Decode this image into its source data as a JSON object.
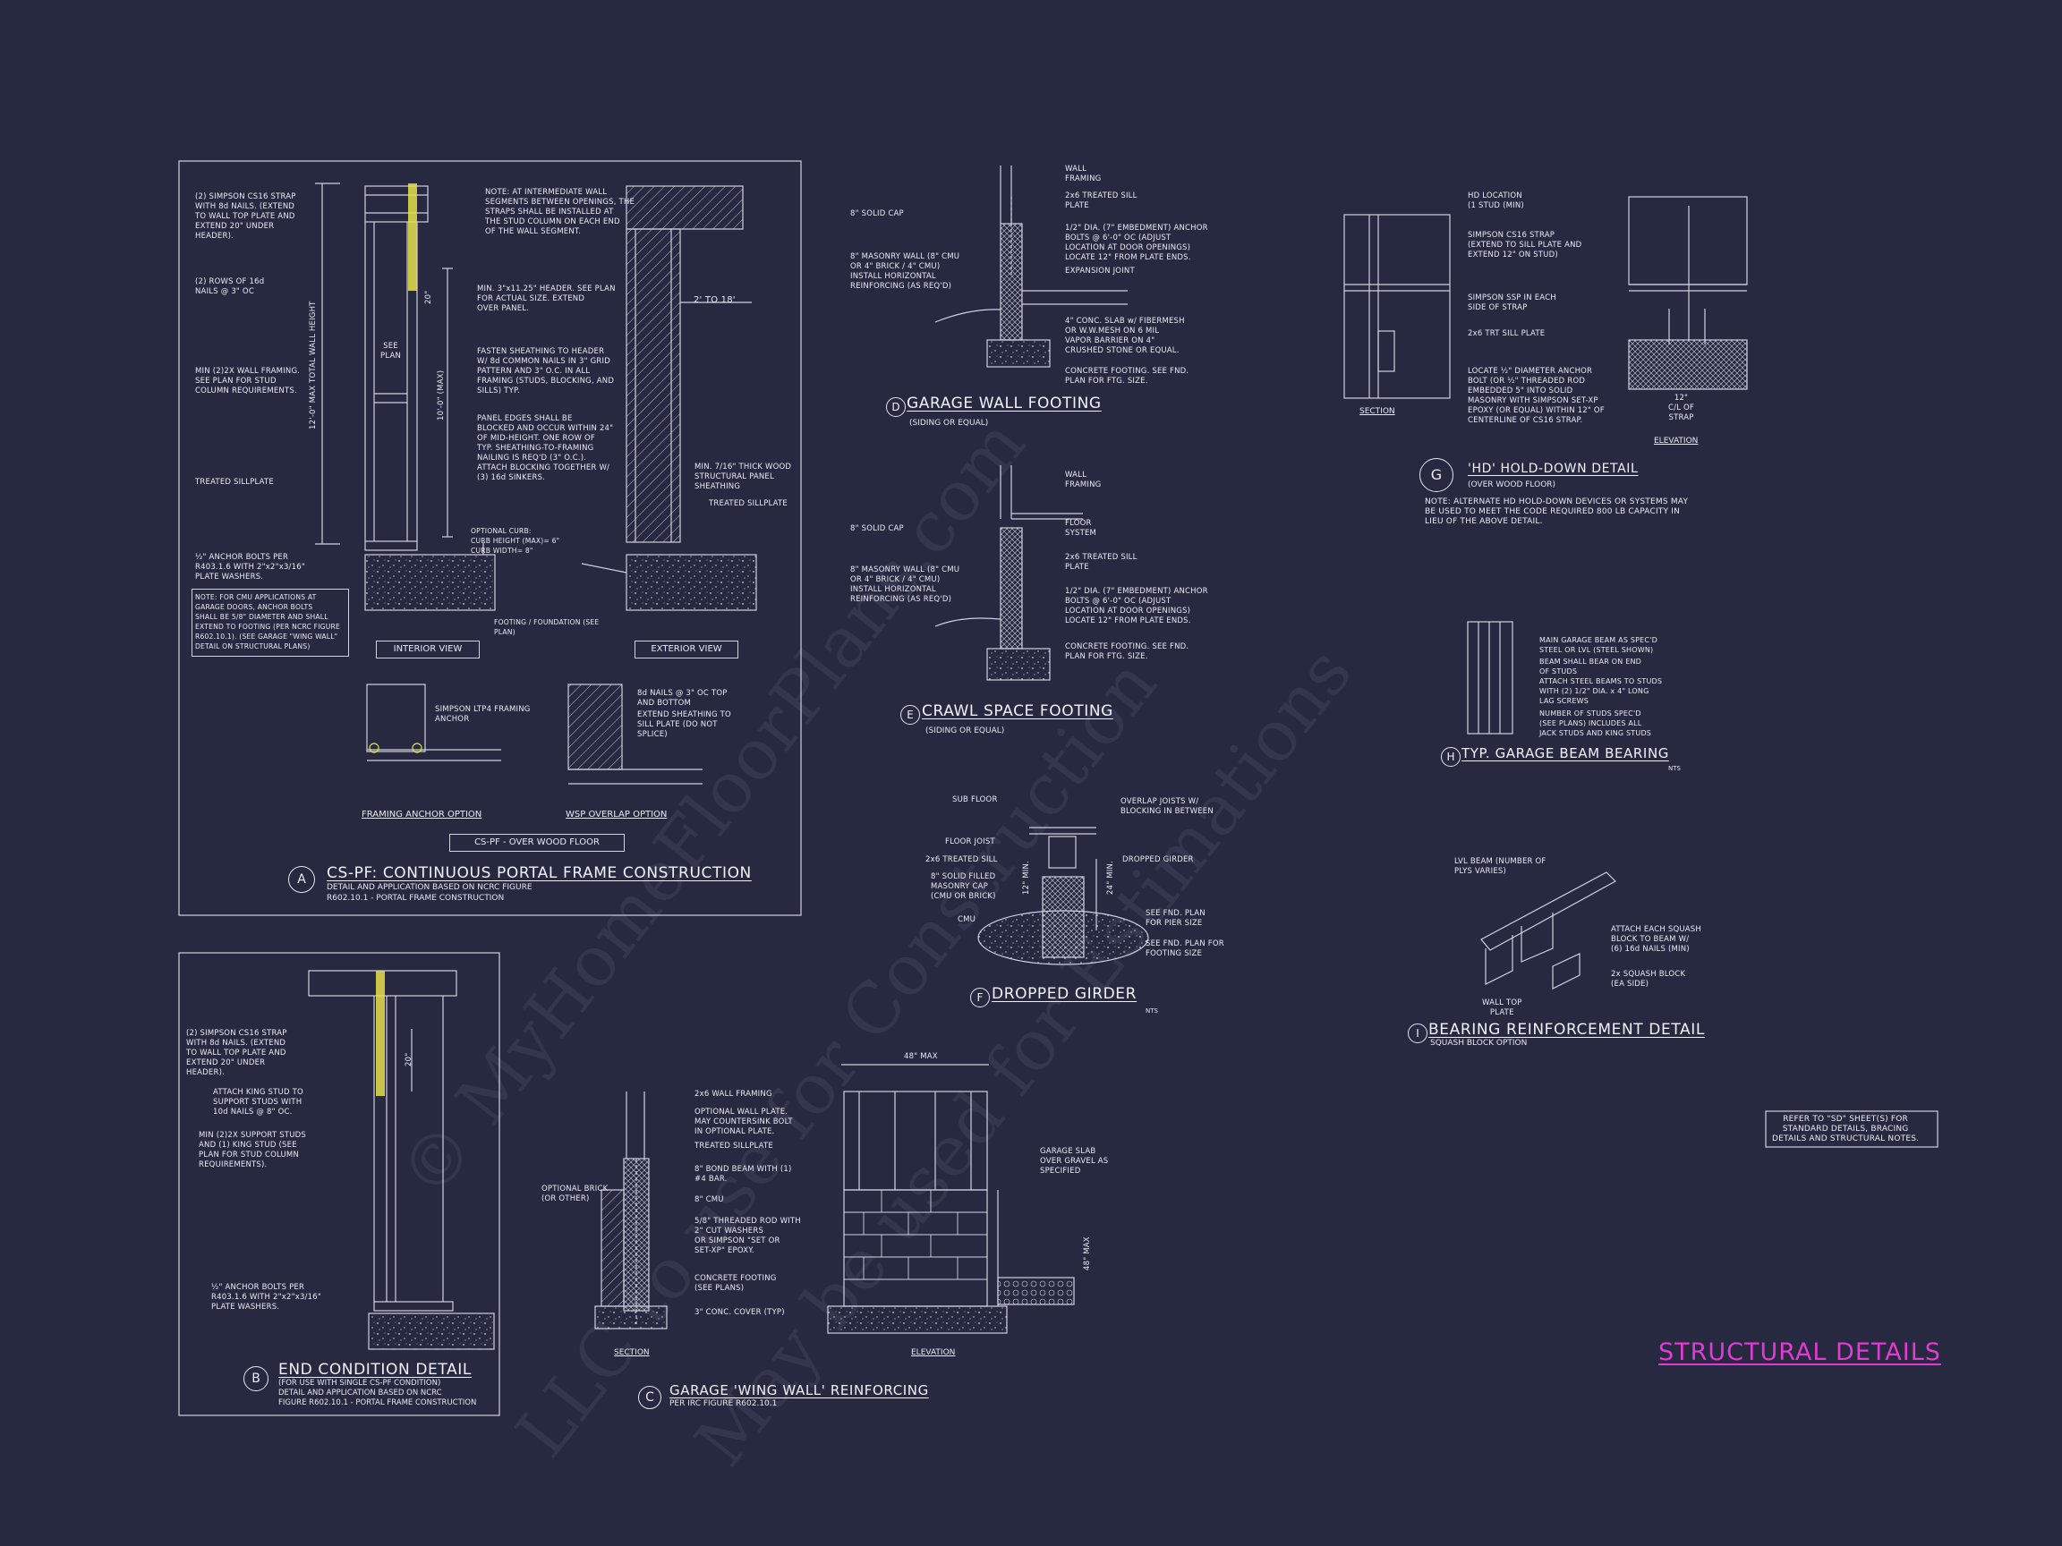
{
  "sheet_title": "STRUCTURAL DETAILS",
  "watermark": {
    "line1": "© MyHomeFloorPlans.com",
    "line2": "LLC to use for Construction",
    "line3": "May be used for Estimations"
  },
  "refer_note": "REFER TO \"SD\" SHEET(S) FOR\nSTANDARD DETAILS, BRACING\nDETAILS AND STRUCTURAL NOTES.",
  "detail_a": {
    "tag": "A",
    "title": "CS-PF: CONTINUOUS PORTAL FRAME CONSTRUCTION",
    "subtitle": "DETAIL AND APPLICATION BASED ON NCRC FIGURE\nR602.10.1 - PORTAL FRAME CONSTRUCTION",
    "note_strap": "(2) SIMPSON CS16 STRAP\nWITH 8d NAILS. (EXTEND\nTO WALL TOP PLATE AND\nEXTEND 20\" UNDER\nHEADER).",
    "note_nails": "(2) ROWS OF 16d\nNAILS @ 3\" OC",
    "note_framing": "MIN (2)2X WALL FRAMING.\nSEE PLAN FOR STUD\nCOLUMN REQUIREMENTS.",
    "note_sill": "TREATED SILLPLATE",
    "note_anchor": "½\" ANCHOR BOLTS PER\nR403.1.6 WITH 2\"x2\"x3/16\"\nPLATE WASHERS.",
    "note_cmu": "NOTE: FOR CMU APPLICATIONS AT\nGARAGE DOORS, ANCHOR BOLTS\nSHALL BE 5/8\" DIAMETER AND SHALL\nEXTEND TO FOOTING (PER NCRC FIGURE\nR602.10.1). (SEE GARAGE \"WING WALL\"\nDETAIL ON STRUCTURAL PLANS)",
    "note_intermediate": "NOTE: AT INTERMEDIATE WALL\nSEGMENTS BETWEEN OPENINGS, THE\nSTRAPS SHALL BE INSTALLED AT\nTHE STUD COLUMN ON EACH END\nOF THE WALL SEGMENT.",
    "note_header": "MIN. 3\"x11.25\" HEADER. SEE PLAN\nFOR ACTUAL SIZE. EXTEND\nOVER PANEL.",
    "note_fasten": "FASTEN SHEATHING TO HEADER\nW/ 8d COMMON NAILS IN 3\" GRID\nPATTERN AND 3\" O.C. IN ALL\nFRAMING (STUDS, BLOCKING, AND\nSILLS) TYP.",
    "note_panel": "PANEL EDGES SHALL BE\nBLOCKED AND OCCUR WITHIN 24\"\nOF MID-HEIGHT. ONE ROW OF\nTYP. SHEATHING-TO-FRAMING\nNAILING IS REQ'D (3\" O.C.).\nATTACH BLOCKING TOGETHER W/\n(3) 16d SINKERS.",
    "note_curb": "OPTIONAL CURB:\nCURB HEIGHT (MAX)= 6\"\nCURB WIDTH= 8\"",
    "note_footing": "FOOTING / FOUNDATION (SEE\nPLAN)",
    "note_sheathing": "MIN. 7/16\" THICK WOOD\nSTRUCTURAL PANEL\nSHEATHING",
    "note_sill2": "TREATED SILLPLATE",
    "dim_2to18": "2' TO 18'",
    "dim_total": "12'-0\" MAX TOTAL WALL HEIGHT",
    "dim_max": "10'-0\" (MAX)",
    "dim_20": "20\"",
    "see_plan": "SEE\nPLAN",
    "interior_view": "INTERIOR VIEW",
    "exterior_view": "EXTERIOR VIEW",
    "note_ltp4": "SIMPSON LTP4 FRAMING\nANCHOR",
    "note_8d": "8d NAILS @ 3\" OC TOP\nAND BOTTOM",
    "note_extend": "EXTEND SHEATHING TO\nSILL PLATE (DO NOT\nSPLICE)",
    "framing_anchor_option": "FRAMING ANCHOR OPTION",
    "wsp_overlap_option": "WSP OVERLAP OPTION",
    "cs_pf_box": "CS-PF - OVER WOOD FLOOR"
  },
  "detail_b": {
    "tag": "B",
    "title": "END CONDITION DETAIL",
    "subtitle": "(FOR USE WITH SINGLE CS-PF CONDITION)\nDETAIL AND APPLICATION BASED ON NCRC\nFIGURE R602.10.1 - PORTAL FRAME CONSTRUCTION",
    "note_strap": "(2) SIMPSON CS16 STRAP\nWITH 8d NAILS. (EXTEND\nTO WALL TOP PLATE AND\nEXTEND 20\" UNDER\nHEADER).",
    "note_king": "ATTACH KING STUD TO\nSUPPORT STUDS WITH\n10d NAILS @ 8\" OC.",
    "note_support": "MIN (2)2X SUPPORT STUDS\nAND (1) KING STUD (SEE\nPLAN FOR STUD COLUMN\nREQUIREMENTS).",
    "note_anchor": "½\" ANCHOR BOLTS PER\nR403.1.6 WITH 2\"x2\"x3/16\"\nPLATE WASHERS.",
    "dim_20": "20\""
  },
  "detail_c": {
    "tag": "C",
    "title": "GARAGE 'WING WALL' REINFORCING",
    "subtitle": "PER IRC FIGURE R602.10.1",
    "note_wall": "2x6 WALL FRAMING",
    "note_plate": "OPTIONAL WALL PLATE.\nMAY COUNTERSINK BOLT\nIN OPTIONAL PLATE.",
    "note_sill": "TREATED SILLPLATE",
    "note_bond": "8\" BOND BEAM WITH (1)\n#4 BAR.",
    "note_cmu": "8\" CMU",
    "note_rod": "5/8\" THREADED ROD WITH\n2\" CUT WASHERS\nOR SIMPSON \"SET OR\nSET-XP\" EPOXY.",
    "note_footing": "CONCRETE FOOTING\n(SEE PLANS)",
    "note_cover": "3\" CONC. COVER (TYP)",
    "note_brick": "OPTIONAL BRICK\n(OR OTHER)",
    "note_slab": "GARAGE SLAB\nOVER GRAVEL AS\nSPECIFIED",
    "dim_48": "48\" MAX",
    "dim_48v": "48\" MAX",
    "section": "SECTION",
    "elevation": "ELEVATION"
  },
  "detail_d": {
    "tag": "D",
    "title": "GARAGE WALL FOOTING",
    "subtitle": "(SIDING OR EQUAL)",
    "note_wall": "WALL\nFRAMING",
    "note_sill": "2x6 TREATED SILL\nPLATE",
    "note_cap": "8\" SOLID CAP",
    "note_bolts": "1/2\" DIA. (7\" EMBEDMENT) ANCHOR\nBOLTS @ 6'-0\" OC (ADJUST\nLOCATION AT DOOR OPENINGS)\nLOCATE 12\" FROM PLATE ENDS.",
    "note_masonry": "8\" MASONRY WALL (8\" CMU\nOR 4\" BRICK / 4\" CMU)\nINSTALL HORIZONTAL\nREINFORCING (AS REQ'D)",
    "note_joint": "EXPANSION JOINT",
    "note_slab": "4\" CONC. SLAB w/ FIBERMESH\nOR W.W.MESH ON 6 MIL\nVAPOR BARRIER ON 4\"\nCRUSHED STONE OR EQUAL.",
    "note_footing": "CONCRETE FOOTING. SEE FND.\nPLAN FOR FTG. SIZE."
  },
  "detail_e": {
    "tag": "E",
    "title": "CRAWL SPACE FOOTING",
    "subtitle": "(SIDING OR EQUAL)",
    "note_wall": "WALL\nFRAMING",
    "note_floor": "FLOOR\nSYSTEM",
    "note_sill": "2x6 TREATED SILL\nPLATE",
    "note_cap": "8\" SOLID CAP",
    "note_bolts": "1/2\" DIA. (7\" EMBEDMENT) ANCHOR\nBOLTS @ 6'-0\" OC (ADJUST\nLOCATION AT DOOR OPENINGS)\nLOCATE 12\" FROM PLATE ENDS.",
    "note_masonry": "8\" MASONRY WALL (8\" CMU\nOR 4\" BRICK / 4\" CMU)\nINSTALL HORIZONTAL\nREINFORCING (AS REQ'D)",
    "note_footing": "CONCRETE FOOTING. SEE FND.\nPLAN FOR FTG. SIZE."
  },
  "detail_f": {
    "tag": "F",
    "title": "DROPPED GIRDER",
    "nts": "NTS",
    "note_subfloor": "SUB FLOOR",
    "note_overlap": "OVERLAP JOISTS W/\nBLOCKING IN BETWEEN",
    "note_joist": "FLOOR JOIST",
    "note_sill": "2x6 TREATED SILL",
    "note_girder": "DROPPED GIRDER",
    "note_solid": "8\" SOLID FILLED\nMASONRY CAP\n(CMU OR BRICK)",
    "note_cmu": "CMU",
    "note_pier": "SEE FND. PLAN\nFOR PIER SIZE",
    "note_footing": "SEE FND. PLAN FOR\nFOOTING SIZE",
    "dim_12": "12\" MIN.",
    "dim_24": "24\" MIN."
  },
  "detail_g": {
    "tag": "G",
    "title": "'HD' HOLD-DOWN DETAIL",
    "subtitle": "(OVER WOOD FLOOR)",
    "note": "NOTE: ALTERNATE HD HOLD-DOWN DEVICES OR SYSTEMS MAY\nBE USED TO MEET THE CODE REQUIRED 800 LB CAPACITY IN\nLIEU OF THE ABOVE DETAIL.",
    "note_hd": "HD LOCATION\n(1 STUD (MIN)",
    "note_strap": "SIMPSON CS16 STRAP\n(EXTEND TO SILL PLATE AND\nEXTEND 12\" ON STUD)",
    "note_ssp": "SIMPSON SSP IN EACH\nSIDE OF STRAP",
    "note_sill": "2x6 TRT SILL PLATE",
    "note_anchor": "LOCATE ½\" DIAMETER ANCHOR\nBOLT (OR ½\" THREADED ROD\nEMBEDDED 5\" INTO SOLID\nMASONRY WITH SIMPSON SET-XP\nEPOXY (OR EQUAL) WITHIN 12\" OF\nCENTERLINE OF CS16 STRAP.",
    "dim_12": "12\"\nC/L OF\nSTRAP",
    "section": "SECTION",
    "elevation": "ELEVATION"
  },
  "detail_h": {
    "tag": "H",
    "title": "TYP. GARAGE BEAM BEARING",
    "nts": "NTS",
    "note_beam": "MAIN GARAGE BEAM AS SPEC'D\nSTEEL OR LVL (STEEL SHOWN)",
    "note_bear": "BEAM SHALL BEAR ON END\nOF STUDS",
    "note_attach": "ATTACH STEEL BEAMS TO STUDS\nWITH (2) 1/2\" DIA. x 4\" LONG\nLAG SCREWS",
    "note_studs": "NUMBER OF STUDS SPEC'D\n(SEE PLANS) INCLUDES ALL\nJACK STUDS AND KING STUDS"
  },
  "detail_i": {
    "tag": "I",
    "title": "BEARING REINFORCEMENT DETAIL",
    "subtitle": "SQUASH BLOCK OPTION",
    "note_lvl": "LVL BEAM (NUMBER OF\nPLYS VARIES)",
    "note_attach": "ATTACH EACH SQUASH\nBLOCK TO BEAM W/\n(6) 16d NAILS (MIN)",
    "note_block": "2x SQUASH BLOCK\n(EA SIDE)",
    "note_top": "WALL TOP\nPLATE"
  }
}
